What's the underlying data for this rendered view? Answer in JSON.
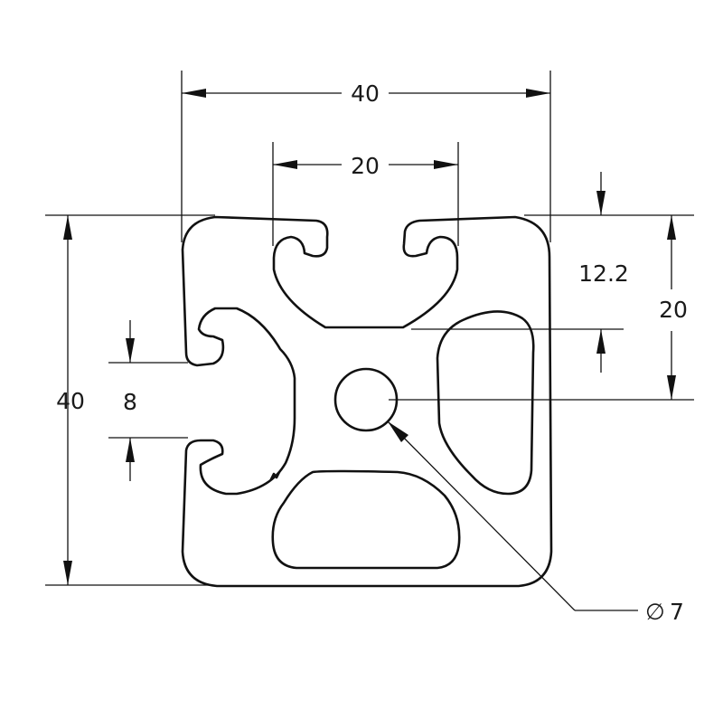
{
  "drawing": {
    "dimensions": {
      "overall_width": "40",
      "slot_width": "20",
      "overall_height": "40",
      "slot_opening": "8",
      "slot_offset": "12.2",
      "center_offset": "20",
      "bore_diameter": "7"
    },
    "diameter_symbol": "∅"
  }
}
